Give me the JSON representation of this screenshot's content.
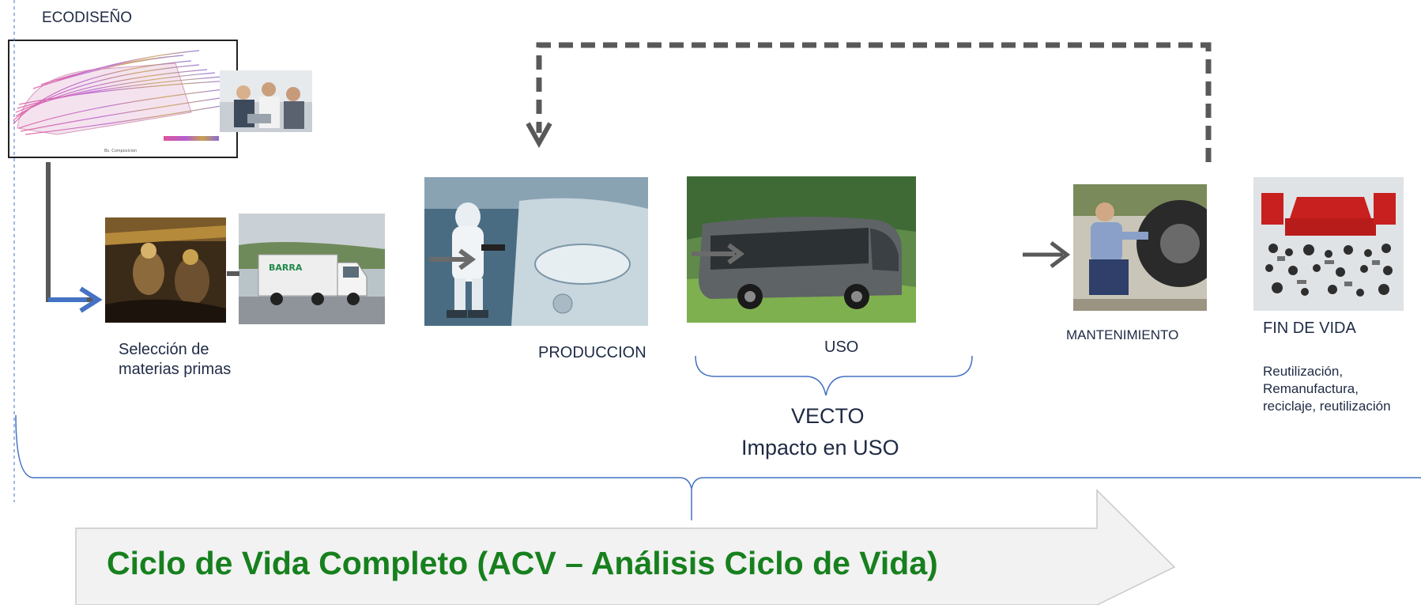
{
  "stages": {
    "ecodiseno": "ECODISEÑO",
    "seleccion": "Selección de\nmaterias primas",
    "produccion": "PRODUCCION",
    "uso": "USO",
    "mantenimiento": "MANTENIMIENTO",
    "fin_de_vida": "FIN  DE VIDA",
    "fin_de_vida_detail": "Reutilización,\nRemanufactura,\nreciclaje, reutilización"
  },
  "vecto": {
    "name": "VECTO",
    "subtitle": "Impacto en USO"
  },
  "banner": {
    "title": "Ciclo de Vida Completo  (ACV – Análisis Ciclo de Vida)"
  },
  "colors": {
    "banner_text": "#17801e",
    "banner_fill": "#f2f2f2",
    "arrow_gray": "#595959",
    "arrow_blue": "#4472c4",
    "brace_blue": "#4472c4",
    "label_text": "#1f2a44"
  },
  "icons": {
    "ecodesign_image": "aerodynamic-bus-simulation-image",
    "engineers_image": "engineers-meeting-photo",
    "mining_image": "mining-workers-photo",
    "truck_image": "delivery-truck-photo",
    "production_image": "painter-spray-booth-photo",
    "use_image": "coach-bus-photo",
    "maintenance_image": "mechanic-tire-photo",
    "end_of_life_image": "disassembled-car-parts-photo"
  }
}
